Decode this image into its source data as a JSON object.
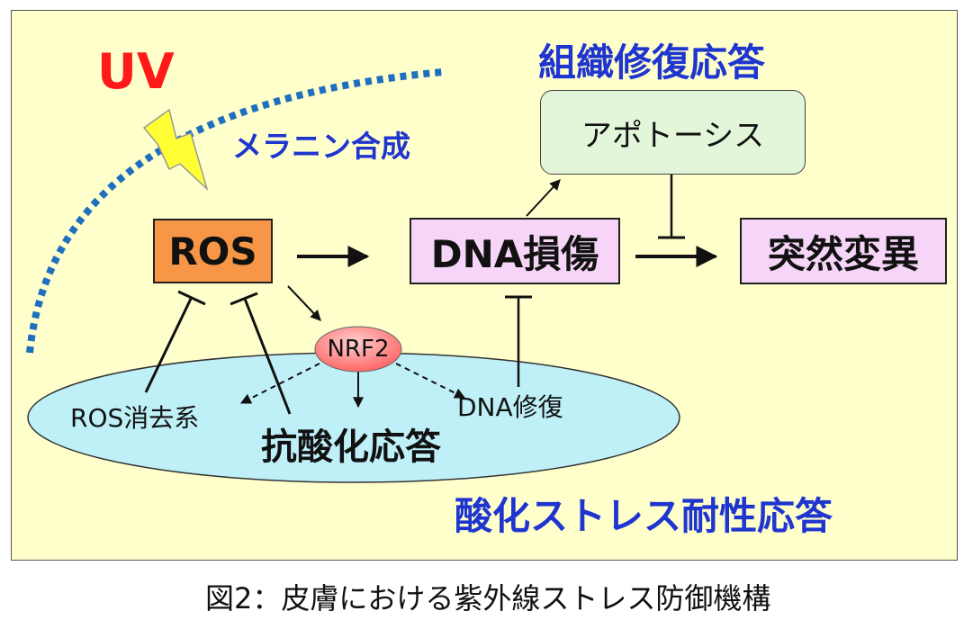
{
  "uv_label": "UV",
  "melanin_label": "メラニン合成",
  "tissue_repair_label": "組織修復応答",
  "apoptosis_label": "アポトーシス",
  "ros_label": "ROS",
  "dna_damage_label": "DNA損傷",
  "mutation_label": "突然変異",
  "nrf2_label": "NRF2",
  "ros_scavenging_label": "ROS消去系",
  "antioxidant_label": "抗酸化応答",
  "dna_repair_label": "DNA修復",
  "oxidative_stress_label": "酸化ストレス耐性応答",
  "caption": "図2：皮膚における紫外線ストレス防御機構",
  "colors": {
    "background": "#ffffcc",
    "ros_box": "#f79646",
    "dna_box": "#f6d5f8",
    "apoptosis_box": "#e4f6da",
    "ellipse": "#bff0f8",
    "nrf2": "#ff8080",
    "uv_text": "#ff1a1a",
    "blue_text": "#1f35cf",
    "dotted_arc": "#1f6fbf",
    "lightning": "#ffff33"
  }
}
